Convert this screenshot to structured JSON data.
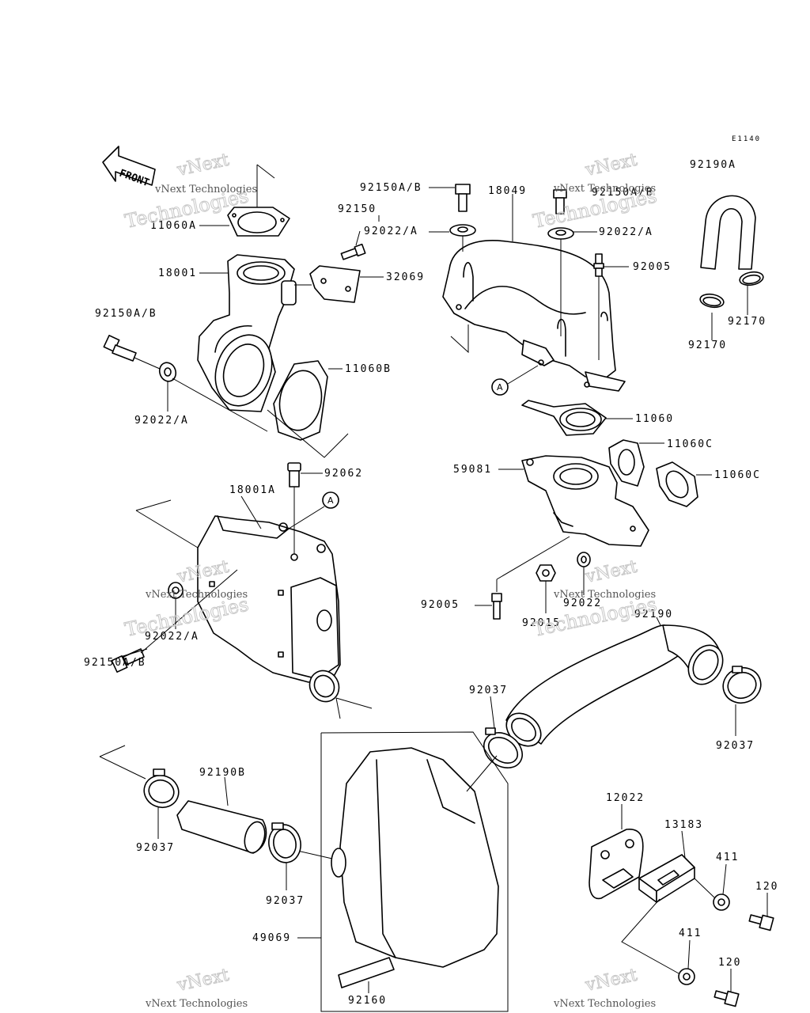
{
  "diagram_code": "E1140",
  "front_label": "FRONT",
  "callout_label": "A",
  "watermark": {
    "line1": "vNext Technologies",
    "line2": "vNext",
    "line3": "Technologies"
  },
  "parts": {
    "p92190A": "92190A",
    "p92150AB_top": "92150A/B",
    "p92150_bolt": "92150",
    "p18049": "18049",
    "p92150AB_r": "92150A/B",
    "p11060A": "11060A",
    "p92022A_1": "92022/A",
    "p92022A_2": "92022/A",
    "p92005_top": "92005",
    "p18001": "18001",
    "p32069": "32069",
    "p92170_a": "92170",
    "p92170_b": "92170",
    "p92150AB_left": "92150A/B",
    "p11060B": "11060B",
    "p92022A_left": "92022/A",
    "p11060": "11060",
    "p11060C_1": "11060C",
    "p59081": "59081",
    "p11060C_2": "11060C",
    "p92062": "92062",
    "p18001A": "18001A",
    "p92022A_low": "92022/A",
    "p92150AB_low": "92150A/B",
    "p92005_low": "92005",
    "p92015": "92015",
    "p92022": "92022",
    "p92190": "92190",
    "p92037_a": "92037",
    "p92037_b": "92037",
    "p92037_c": "92037",
    "p92190B": "92190B",
    "p92037_d": "92037",
    "p12022": "12022",
    "p13183": "13183",
    "p411_a": "411",
    "p120_a": "120",
    "p49069": "49069",
    "p411_b": "411",
    "p120_b": "120",
    "p92160": "92160"
  }
}
